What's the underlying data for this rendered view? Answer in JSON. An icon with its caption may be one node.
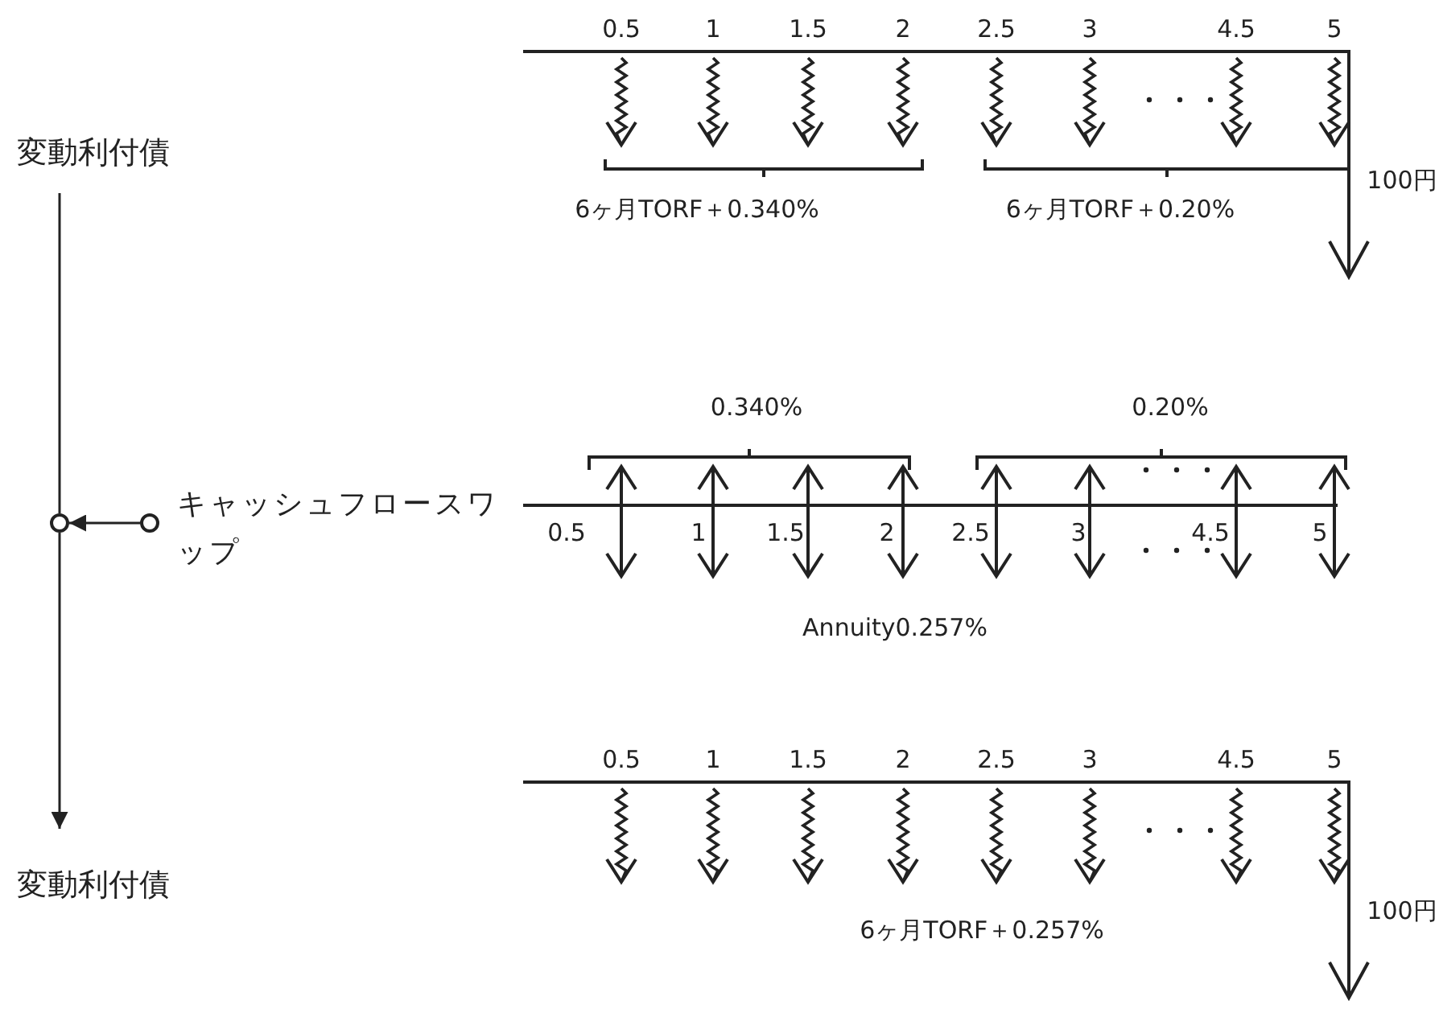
{
  "diagram": {
    "nodes": [
      {
        "text": [
          "変動利付債"
        ]
      },
      {
        "text": [
          "変動利付債"
        ]
      },
      {
        "text": [],
        "shape": "circle"
      },
      {
        "text": [],
        "shape": "circle",
        "beside": [
          "キャッシュフロースワップ"
        ]
      }
    ],
    "edges": [
      {
        "from": 0,
        "to": 2,
        "arrow": "none"
      },
      {
        "from": 2,
        "to": 1,
        "arrow": "to"
      },
      {
        "from": 3,
        "to": 2,
        "arrow": "to"
      }
    ],
    "labels": [
      "0.5",
      "1",
      "1.5",
      "2",
      "2.5",
      "3",
      "4.5",
      "5",
      "100円",
      "6ヶ月TORF＋0.340%",
      "6ヶ月TORF＋0.20%",
      "0.340%",
      "0.20%",
      "0.5",
      "1",
      "1.5",
      "2",
      "2.5",
      "3",
      "4.5",
      "5",
      "Annuity0.257%",
      "0.5",
      "1",
      "1.5",
      "2",
      "2.5",
      "3",
      "4.5",
      "5",
      "6ヶ月TORF＋0.257%",
      "100円"
    ]
  }
}
